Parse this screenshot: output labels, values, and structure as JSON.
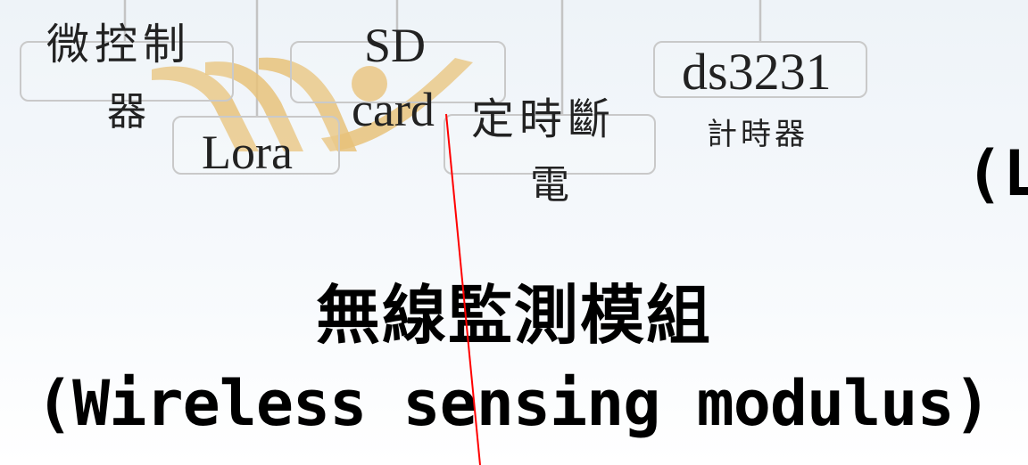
{
  "nodes": {
    "micro": {
      "line1": "微控制",
      "line2": "器"
    },
    "lora": {
      "label": "Lora"
    },
    "sd": {
      "line1": "SD",
      "line2": "card"
    },
    "timer": {
      "line1": "定時斷",
      "line2": "電"
    },
    "ds": {
      "line1": "ds3231",
      "line2": "計時器"
    }
  },
  "title": {
    "chinese": "無線監測模組",
    "english": "(Wireless sensing modulus)"
  },
  "edge": {
    "partial": "(L"
  },
  "colors": {
    "box_border": "#c9c9c9",
    "connector": "#c4c4c4",
    "logo_gold": "#e8c27a",
    "annotation_red": "#ff0000",
    "title_text": "#000000"
  }
}
